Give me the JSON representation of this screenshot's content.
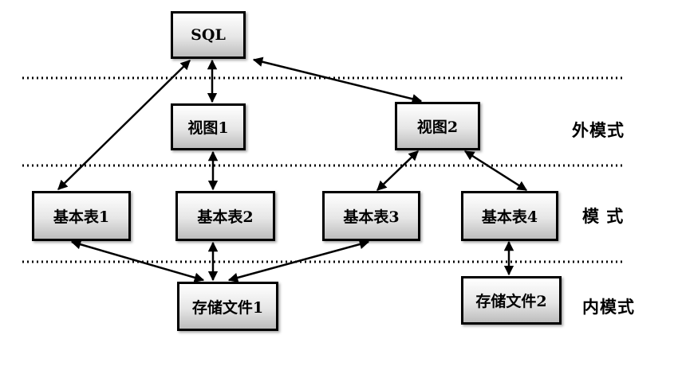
{
  "diagram": {
    "nodes": {
      "sql": "SQL",
      "view1": "视图1",
      "view2": "视图2",
      "table1": "基本表1",
      "table2": "基本表2",
      "table3": "基本表3",
      "table4": "基本表4",
      "file1": "存储文件1",
      "file2": "存储文件2"
    },
    "layers": {
      "external": "外模式",
      "conceptual": "模 式",
      "internal": "内模式"
    },
    "edges": [
      {
        "from": "sql",
        "to": "view1",
        "type": "bidirectional"
      },
      {
        "from": "sql",
        "to": "view2",
        "type": "bidirectional"
      },
      {
        "from": "sql",
        "to": "table1",
        "type": "bidirectional"
      },
      {
        "from": "view1",
        "to": "table2",
        "type": "bidirectional"
      },
      {
        "from": "view2",
        "to": "table3",
        "type": "bidirectional"
      },
      {
        "from": "view2",
        "to": "table4",
        "type": "bidirectional"
      },
      {
        "from": "file1",
        "to": "table1",
        "type": "bidirectional"
      },
      {
        "from": "file1",
        "to": "table2",
        "type": "bidirectional"
      },
      {
        "from": "file1",
        "to": "table3",
        "type": "bidirectional"
      },
      {
        "from": "table4",
        "to": "file2",
        "type": "bidirectional"
      }
    ]
  }
}
